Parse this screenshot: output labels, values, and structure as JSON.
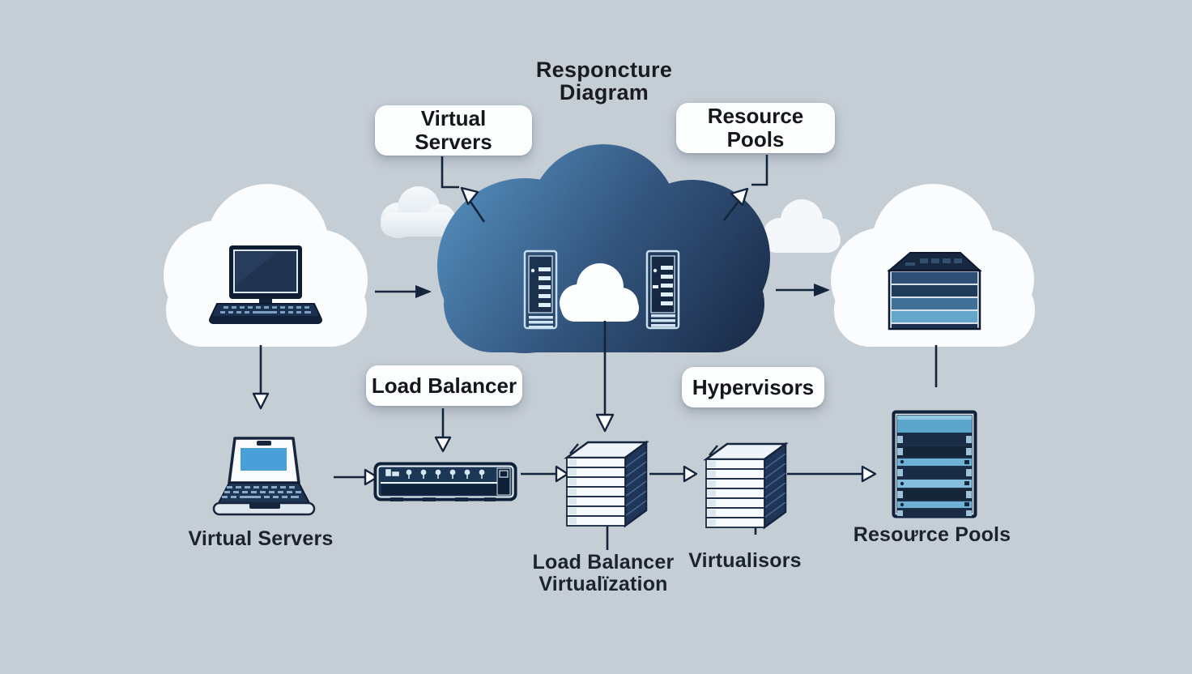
{
  "title": {
    "line1": "Responcture",
    "line2": "Diagram"
  },
  "label_boxes": {
    "virtual_servers": {
      "line1": "Virtual",
      "line2": "Servers"
    },
    "resource_pools": {
      "line1": "Resource",
      "line2": "Pools"
    },
    "load_balancer": {
      "text": "Load Balancer"
    },
    "hypervisors": {
      "text": "Hypervisors"
    }
  },
  "captions": {
    "client_virtual_servers": "Virtual Servers",
    "load_balancer_virtualization": {
      "line1": "Load Balancer",
      "line2": "Virtualïzation"
    },
    "virtualisors": "Virtualisors",
    "resource_pools": "Resoưrce Pools"
  },
  "icons": {
    "left_cloud": "white-cloud-with-desktop-computer-icon",
    "center_cloud": "blue-cloud-with-server-towers-and-mini-cloud-icon",
    "right_cloud": "white-cloud-with-server-stack-icon",
    "small_cloud_left": "decorative-cloud-icon",
    "small_cloud_right": "decorative-cloud-icon",
    "laptop": "laptop-icon",
    "load_balancer_appliance": "load-balancer-appliance-icon",
    "server_stack_1": "stacked-server-tower-icon",
    "server_stack_2": "stacked-server-tower-icon",
    "server_rack": "server-rack-icon"
  },
  "colors": {
    "background": "#c5cdd5",
    "cloud_gradient_start": "#5590bf",
    "cloud_gradient_end": "#1a2b48",
    "navy": "#16273f",
    "accent_blue": "#49a0d8",
    "light_blue": "#7db8d8",
    "white_cloud": "#fbfcfd",
    "text": "#1b2330"
  }
}
